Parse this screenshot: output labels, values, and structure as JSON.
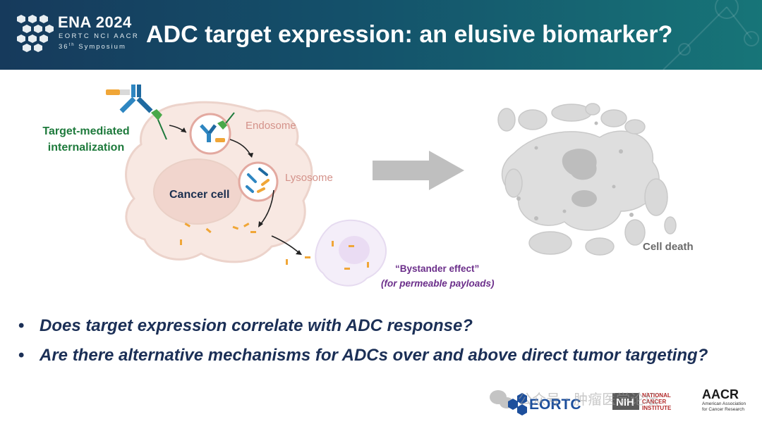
{
  "header": {
    "logo_title": "ENA 2024",
    "logo_org": "EORTC  NCI  AACR",
    "logo_symposium_num": "36",
    "logo_symposium_sup": "th",
    "logo_symposium_word": " Symposium",
    "slide_title": "ADC target expression: an elusive biomarker?",
    "gradient_colors": [
      "#163a5c",
      "#14506a",
      "#177578"
    ]
  },
  "diagram": {
    "target_label": "Target-mediated internalization",
    "endosome_label": "Endosome",
    "lysosome_label": "Lysosome",
    "cancer_cell_label": "Cancer cell",
    "bystander_label": "“Bystander effect”",
    "bystander_sub": "(for permeable payloads)",
    "cell_death_label": "Cell death",
    "colors": {
      "target": "#1e7a3c",
      "organelle": "#d4928a",
      "cell_fill": "#f8e8e2",
      "bystander": "#6b2e8a",
      "payload": "#f0a637",
      "antibody": "#2e86c1",
      "death": "#6a6a6a"
    }
  },
  "bullets": [
    "Does target expression correlate with ADC response?",
    "Are there alternative mechanisms for ADCs over and above direct tumor targeting?"
  ],
  "footer": {
    "eortc": "EORTC",
    "nih": "NIH",
    "nci_line1": "NATIONAL",
    "nci_line2": "CANCER",
    "nci_line3": "INSTITUTE",
    "aacr": "AACR",
    "aacr_sub1": "American Association",
    "aacr_sub2": "for Cancer Research",
    "watermark": "公众号 · 肿瘤医学论坛"
  }
}
